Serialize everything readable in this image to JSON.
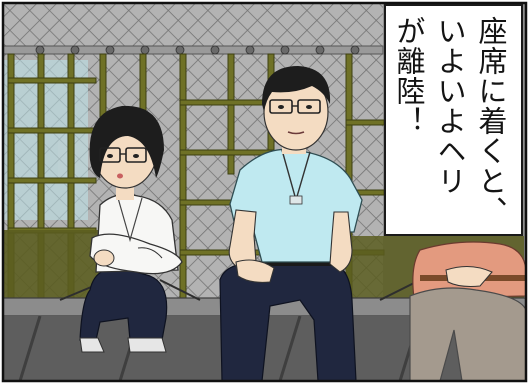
{
  "speech": {
    "lines": [
      "座席に着くと、",
      "いよいよヘリ",
      "が離陸！"
    ]
  },
  "palette": {
    "net": "#8a8a8a",
    "olive": "#6f7126",
    "olive_dark": "#4a4c18",
    "sky": "#b9dde2",
    "shirt": "#bfe9f0",
    "jeans": "#20273f",
    "skin": "#f4dcc2",
    "hair": "#1d1d1d",
    "floor": "#5e5e5e"
  }
}
